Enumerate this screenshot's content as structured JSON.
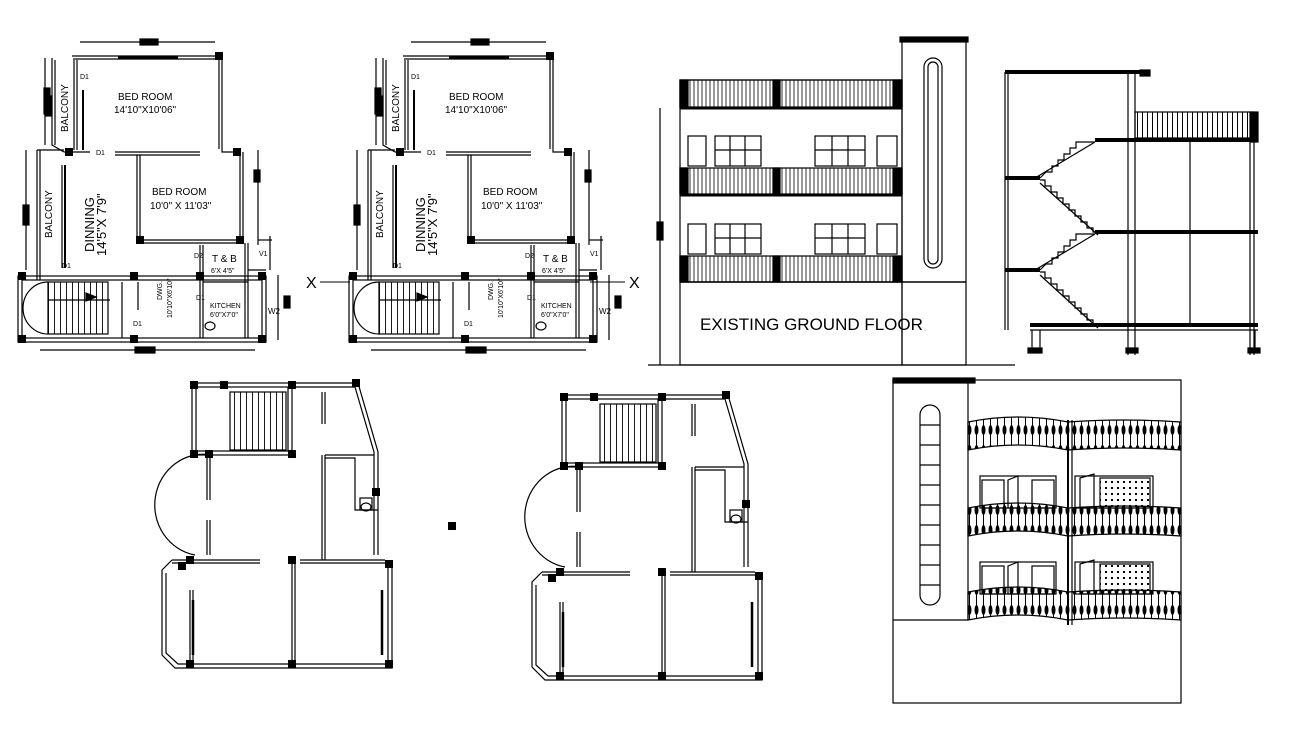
{
  "colors": {
    "ink": "#000000",
    "paper": "#ffffff"
  },
  "plans": [
    {
      "bedroom1_label": "BED ROOM",
      "bedroom1_size": "14'10\"X10'06\"",
      "bedroom2_label": "BED ROOM",
      "bedroom2_size": "10'0\" X 11'03\"",
      "balcony_top": "BALCONY",
      "balcony_left": "BALCONY",
      "dinning_label": "DINNING",
      "dinning_size": "14'5\"X 7'9\"",
      "tb_label": "T & B",
      "tb_size": "6'X 4'5\"",
      "dwg_label": "DWG.",
      "dwg_size": "10'10\"X6'10\"",
      "kitchen_label": "KITCHEN",
      "kitchen_size": "6'0\"X7'0\"",
      "d1": "D1",
      "d2": "D2",
      "v1": "V1",
      "w2": "W2",
      "section_mark": "X"
    },
    {
      "bedroom1_label": "BED ROOM",
      "bedroom1_size": "14'10\"X10'06\"",
      "bedroom2_label": "BED ROOM",
      "bedroom2_size": "10'0\" X 11'03\"",
      "balcony_top": "BALCONY",
      "balcony_left": "BALCONY",
      "dinning_label": "DINNING",
      "dinning_size": "14'5\"X 7'9\"",
      "tb_label": "T & B",
      "tb_size": "6'X 4'5\"",
      "dwg_label": "DWG.",
      "dwg_size": "10'10\"X6'10\"",
      "kitchen_label": "KITCHEN",
      "kitchen_size": "6'0\"X7'0\"",
      "d1": "D1",
      "d2": "D2",
      "v1": "V1",
      "w2": "W2",
      "section_mark": "X"
    }
  ],
  "elevation": {
    "caption": "EXISTING GROUND FLOOR"
  }
}
